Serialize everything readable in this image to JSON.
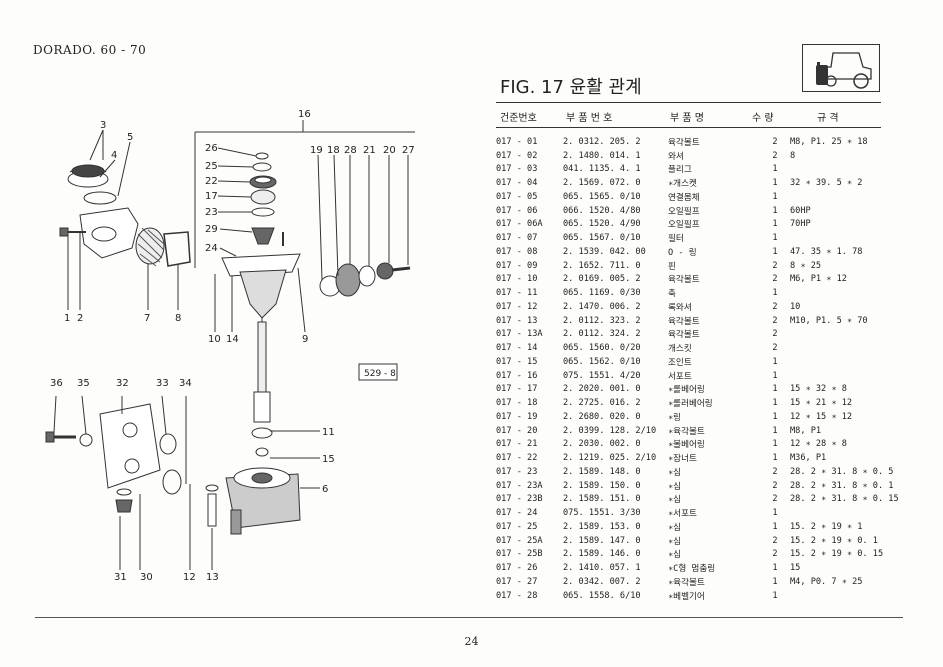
{
  "header": {
    "model": "DORADO. 60 - 70"
  },
  "figure": {
    "title": "FIG. 17 윤활 관계",
    "ref_box": "529 - 8"
  },
  "columns": {
    "code": "건준번호",
    "part_no": "부 품 번 호",
    "name": "부 품 명",
    "qty": "수 량",
    "spec": "규 격"
  },
  "callouts": {
    "c1": "1",
    "c2": "2",
    "c3": "3",
    "c4": "4",
    "c5": "5",
    "c6": "6",
    "c7": "7",
    "c8": "8",
    "c9": "9",
    "c10": "10",
    "c11": "11",
    "c12": "12",
    "c13": "13",
    "c14": "14",
    "c15": "15",
    "c16": "16",
    "c17": "17",
    "c18": "18",
    "c19": "19",
    "c20": "20",
    "c21": "21",
    "c22": "22",
    "c23": "23",
    "c24": "24",
    "c25": "25",
    "c26": "26",
    "c27": "27",
    "c28": "28",
    "c29": "29",
    "c30": "30",
    "c31": "31",
    "c32": "32",
    "c33": "33",
    "c34": "34",
    "c35": "35",
    "c36": "36"
  },
  "rows": [
    {
      "code": "017 - 01",
      "part_no": "2. 0312. 205. 2",
      "name": "육각볼트",
      "qty": "2",
      "spec": "M8,  P1. 25 ∗ 18"
    },
    {
      "code": "017 - 02",
      "part_no": "2. 1480. 014. 1",
      "name": "와셔",
      "qty": "2",
      "spec": "8"
    },
    {
      "code": "017 - 03",
      "part_no": "041. 1135. 4. 1",
      "name": "플리그",
      "qty": "1",
      "spec": ""
    },
    {
      "code": "017 - 04",
      "part_no": "2. 1569. 072. 0",
      "name": "∗개스켓",
      "qty": "1",
      "spec": "32 ∗ 39. 5 ∗ 2"
    },
    {
      "code": "017 - 05",
      "part_no": "065. 1565. 0/10",
      "name": "연결몸체",
      "qty": "1",
      "spec": ""
    },
    {
      "code": "017 - 06",
      "part_no": "066. 1520. 4/80",
      "name": "오일필프",
      "qty": "1",
      "spec": "60HP"
    },
    {
      "code": "017 - 06A",
      "part_no": "065. 1520. 4/90",
      "name": "오일필프",
      "qty": "1",
      "spec": "70HP"
    },
    {
      "code": "017 - 07",
      "part_no": "065. 1567. 0/10",
      "name": "필터",
      "qty": "1",
      "spec": ""
    },
    {
      "code": "017 - 08",
      "part_no": "2. 1539. 042. 00",
      "name": "O - 링",
      "qty": "1",
      "spec": "47. 35 ∗ 1. 78"
    },
    {
      "code": "017 - 09",
      "part_no": "2. 1652. 711. 0",
      "name": "핀",
      "qty": "2",
      "spec": "8 ∗ 25"
    },
    {
      "code": "017 - 10",
      "part_no": "2. 0169. 005. 2",
      "name": "육각볼트",
      "qty": "2",
      "spec": "M6,  P1 ∗ 12"
    },
    {
      "code": "017 - 11",
      "part_no": "065. 1169. 0/30",
      "name": "축",
      "qty": "1",
      "spec": ""
    },
    {
      "code": "017 - 12",
      "part_no": "2. 1470. 006. 2",
      "name": "록와셔",
      "qty": "2",
      "spec": "10"
    },
    {
      "code": "017 - 13",
      "part_no": "2. 0112. 323. 2",
      "name": "육각볼트",
      "qty": "2",
      "spec": "M10,  P1. 5 ∗ 70"
    },
    {
      "code": "017 - 13A",
      "part_no": "2. 0112. 324. 2",
      "name": "육각볼트",
      "qty": "2",
      "spec": ""
    },
    {
      "code": "017 - 14",
      "part_no": "065. 1560. 0/20",
      "name": "개스킷",
      "qty": "2",
      "spec": ""
    },
    {
      "code": "017 - 15",
      "part_no": "065. 1562. 0/10",
      "name": "조인트",
      "qty": "1",
      "spec": ""
    },
    {
      "code": "017 - 16",
      "part_no": "075. 1551. 4/20",
      "name": "서포트",
      "qty": "1",
      "spec": ""
    },
    {
      "code": "017 - 17",
      "part_no": "2. 2020. 001. 0",
      "name": "∗롤베어링",
      "qty": "1",
      "spec": "15 ∗ 32 ∗ 8"
    },
    {
      "code": "017 - 18",
      "part_no": "2. 2725. 016. 2",
      "name": "∗롤러베어링",
      "qty": "1",
      "spec": "15 ∗ 21 ∗ 12"
    },
    {
      "code": "017 - 19",
      "part_no": "2. 2680. 020. 0",
      "name": "∗링",
      "qty": "1",
      "spec": "12 ∗ 15 ∗ 12"
    },
    {
      "code": "017 - 20",
      "part_no": "2. 0399. 128. 2/10",
      "name": "∗육각볼트",
      "qty": "1",
      "spec": "M8,  P1"
    },
    {
      "code": "017 - 21",
      "part_no": "2. 2030. 002. 0",
      "name": "∗볼베어링",
      "qty": "1",
      "spec": "12 ∗ 28 ∗ 8"
    },
    {
      "code": "017 - 22",
      "part_no": "2. 1219. 025. 2/10",
      "name": "∗잠너트",
      "qty": "1",
      "spec": "M36,  P1"
    },
    {
      "code": "017 - 23",
      "part_no": "2. 1589. 148. 0",
      "name": "∗심",
      "qty": "2",
      "spec": "28. 2 ∗ 31. 8 ∗ 0. 5"
    },
    {
      "code": "017 - 23A",
      "part_no": "2. 1589. 150. 0",
      "name": "∗심",
      "qty": "2",
      "spec": "28. 2 ∗ 31. 8 ∗ 0. 1"
    },
    {
      "code": "017 - 23B",
      "part_no": "2. 1589. 151. 0",
      "name": "∗심",
      "qty": "2",
      "spec": "28. 2 ∗ 31. 8 ∗ 0. 15"
    },
    {
      "code": "017 - 24",
      "part_no": "075. 1551. 3/30",
      "name": "∗서포트",
      "qty": "1",
      "spec": ""
    },
    {
      "code": "017 - 25",
      "part_no": "2. 1589. 153. 0",
      "name": "∗심",
      "qty": "1",
      "spec": "15. 2 ∗ 19 ∗ 1"
    },
    {
      "code": "017 - 25A",
      "part_no": "2. 1589. 147. 0",
      "name": "∗심",
      "qty": "2",
      "spec": "15. 2 ∗ 19 ∗ 0. 1"
    },
    {
      "code": "017 - 25B",
      "part_no": "2. 1589. 146. 0",
      "name": "∗심",
      "qty": "2",
      "spec": "15. 2 ∗ 19 ∗ 0. 15"
    },
    {
      "code": "017 - 26",
      "part_no": "2. 1410. 057. 1",
      "name": "∗C형 멈춤링",
      "qty": "1",
      "spec": "15"
    },
    {
      "code": "017 - 27",
      "part_no": "2. 0342. 007. 2",
      "name": "∗육각볼트",
      "qty": "1",
      "spec": "M4,  P0. 7 ∗ 25"
    },
    {
      "code": "017 - 28",
      "part_no": "065. 1558. 6/10",
      "name": "∗베벨기어",
      "qty": "1",
      "spec": ""
    }
  ],
  "footer": {
    "page": "24"
  }
}
